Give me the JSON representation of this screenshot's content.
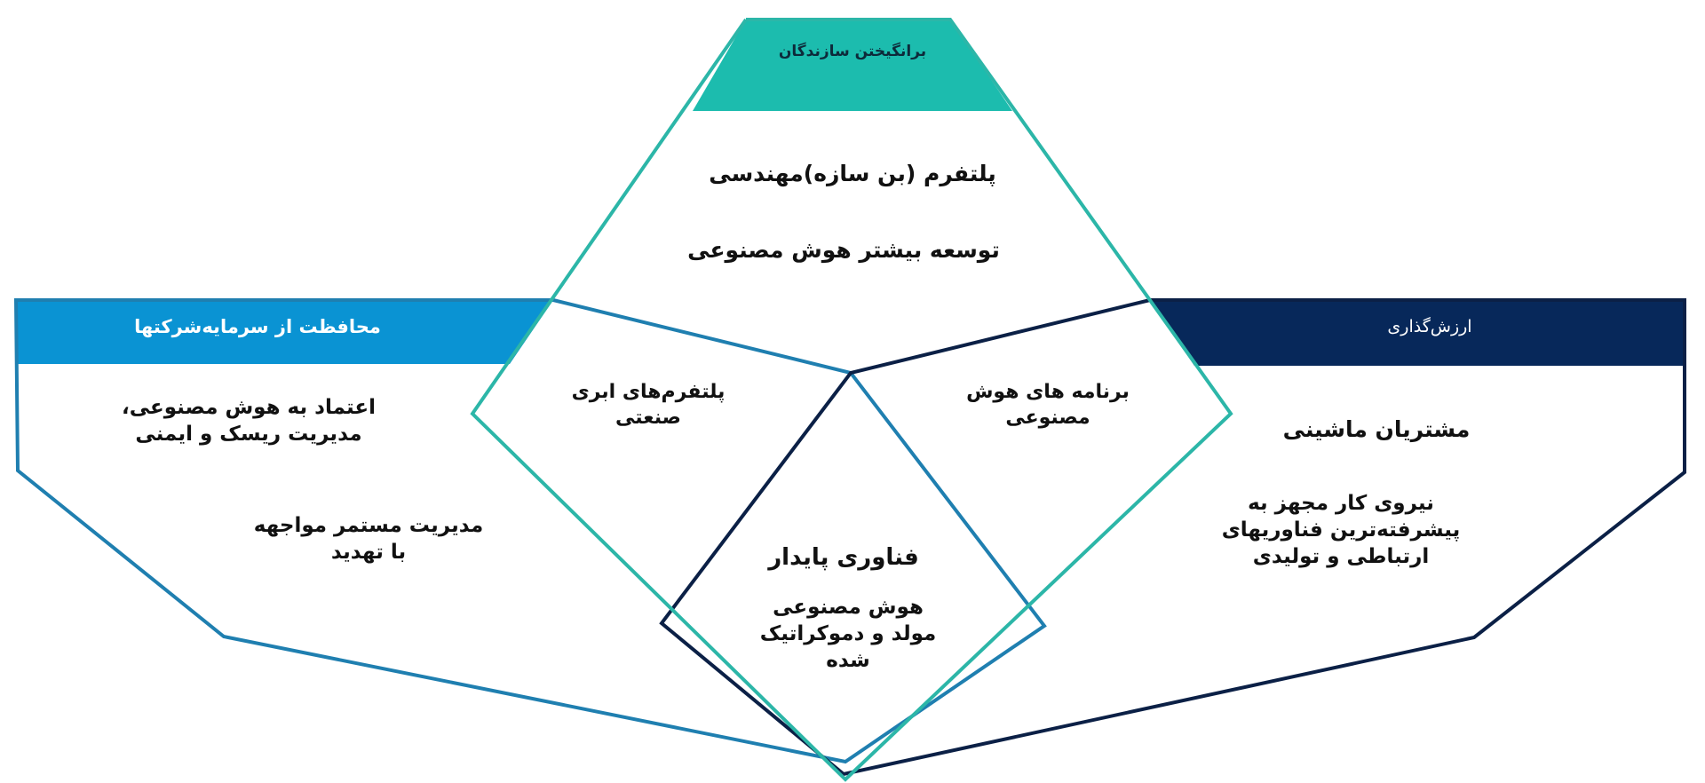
{
  "colors": {
    "teal": "#1cbcae",
    "teal_line": "#2cb6a8",
    "blue": "#0a93d3",
    "blue_line": "#1f7fb0",
    "navy": "#07285a",
    "navy_line": "#0b2046",
    "text": "#111111"
  },
  "sections": {
    "top": {
      "header": "برانگیختن سازندگان",
      "items": [
        "پلتفرم (بن سازه)مهندسی",
        "توسعه بیشتر هوش مصنوعی"
      ]
    },
    "left": {
      "header": "محافظت از سرمایه‌شرکتها",
      "items": [
        "اعتماد به هوش مصنوعی،\nمدیریت ریسک و ایمنی",
        "مدیریت مستمر مواجهه\nبا تهدید"
      ]
    },
    "right": {
      "header": "ارزش‌گذاری",
      "items": [
        "مشتریان ماشینی",
        "نیروی کار مجهز به\nپیشرفته‌ترین فناوریهای\nارتباطی و تولیدی"
      ]
    },
    "overlap_top_left": {
      "label": "پلتفرم‌های ابری\nصنعتی"
    },
    "overlap_top_right": {
      "label": "برنامه  های  هوش\nمصنوعی"
    },
    "center": {
      "title": "فناوری پایدار",
      "subtitle": "هوش مصنوعی\nمولد و دموکراتیک\nشده"
    }
  }
}
